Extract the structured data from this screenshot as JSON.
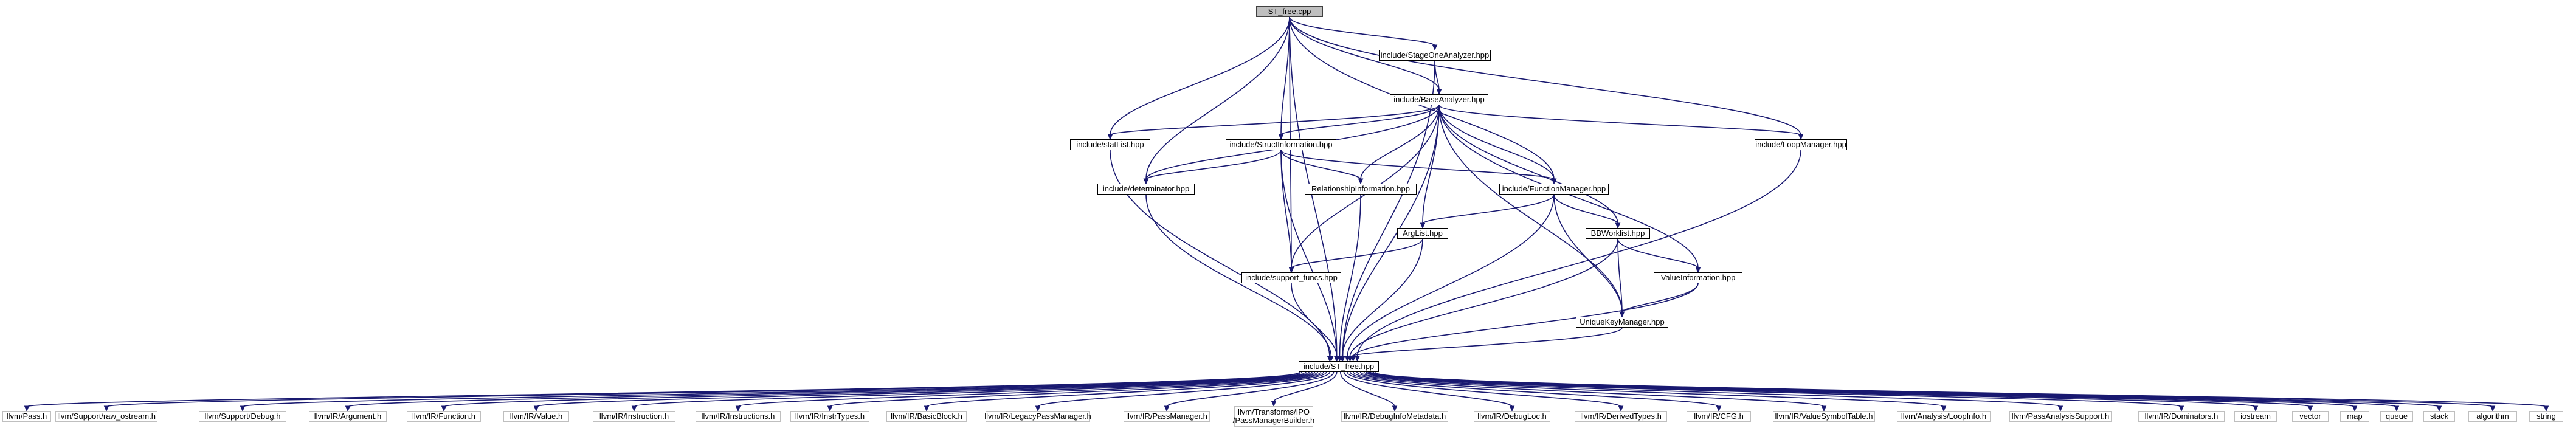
{
  "graph": {
    "root": "ST_free.cpp",
    "nodes": [
      {
        "id": "root",
        "label": "ST_free.cpp",
        "kind": "root"
      },
      {
        "id": "stage",
        "label": "include/StageOneAnalyzer.hpp",
        "kind": "local"
      },
      {
        "id": "base",
        "label": "include/BaseAnalyzer.hpp",
        "kind": "local"
      },
      {
        "id": "stat",
        "label": "include/statList.hpp",
        "kind": "local"
      },
      {
        "id": "struct",
        "label": "include/StructInformation.hpp",
        "kind": "local"
      },
      {
        "id": "loop",
        "label": "include/LoopManager.hpp",
        "kind": "local"
      },
      {
        "id": "det",
        "label": "include/determinator.hpp",
        "kind": "local"
      },
      {
        "id": "rel",
        "label": "RelationshipInformation.hpp",
        "kind": "local"
      },
      {
        "id": "func",
        "label": "include/FunctionManager.hpp",
        "kind": "local"
      },
      {
        "id": "arg",
        "label": "ArgList.hpp",
        "kind": "local"
      },
      {
        "id": "bbw",
        "label": "BBWorklist.hpp",
        "kind": "local"
      },
      {
        "id": "vinfo",
        "label": "ValueInformation.hpp",
        "kind": "local"
      },
      {
        "id": "supp",
        "label": "include/support_funcs.hpp",
        "kind": "local"
      },
      {
        "id": "ukm",
        "label": "UniqueKeyManager.hpp",
        "kind": "local"
      },
      {
        "id": "sthpp",
        "label": "include/ST_free.hpp",
        "kind": "local"
      },
      {
        "id": "s1",
        "label": "llvm/Pass.h",
        "kind": "system"
      },
      {
        "id": "s2",
        "label": "llvm/Support/raw_ostream.h",
        "kind": "system"
      },
      {
        "id": "s3",
        "label": "llvm/Support/Debug.h",
        "kind": "system"
      },
      {
        "id": "s4",
        "label": "llvm/IR/Argument.h",
        "kind": "system"
      },
      {
        "id": "s5",
        "label": "llvm/IR/Function.h",
        "kind": "system"
      },
      {
        "id": "s6",
        "label": "llvm/IR/Value.h",
        "kind": "system"
      },
      {
        "id": "s7",
        "label": "llvm/IR/Instruction.h",
        "kind": "system"
      },
      {
        "id": "s8",
        "label": "llvm/IR/Instructions.h",
        "kind": "system"
      },
      {
        "id": "s9",
        "label": "llvm/IR/InstrTypes.h",
        "kind": "system"
      },
      {
        "id": "s10",
        "label": "llvm/IR/BasicBlock.h",
        "kind": "system"
      },
      {
        "id": "s11",
        "label": "llvm/IR/LegacyPassManager.h",
        "kind": "system"
      },
      {
        "id": "s12",
        "label": "llvm/IR/PassManager.h",
        "kind": "system"
      },
      {
        "id": "s13",
        "label": "llvm/Transforms/IPO\n/PassManagerBuilder.h",
        "kind": "system"
      },
      {
        "id": "s14",
        "label": "llvm/IR/DebugInfoMetadata.h",
        "kind": "system"
      },
      {
        "id": "s15",
        "label": "llvm/IR/DebugLoc.h",
        "kind": "system"
      },
      {
        "id": "s16",
        "label": "llvm/IR/DerivedTypes.h",
        "kind": "system"
      },
      {
        "id": "s17",
        "label": "llvm/IR/CFG.h",
        "kind": "system"
      },
      {
        "id": "s18",
        "label": "llvm/IR/ValueSymbolTable.h",
        "kind": "system"
      },
      {
        "id": "s19",
        "label": "llvm/Analysis/LoopInfo.h",
        "kind": "system"
      },
      {
        "id": "s20",
        "label": "llvm/PassAnalysisSupport.h",
        "kind": "system"
      },
      {
        "id": "s21",
        "label": "llvm/IR/Dominators.h",
        "kind": "system"
      },
      {
        "id": "s22",
        "label": "iostream",
        "kind": "system"
      },
      {
        "id": "s23",
        "label": "vector",
        "kind": "system"
      },
      {
        "id": "s24",
        "label": "map",
        "kind": "system"
      },
      {
        "id": "s25",
        "label": "queue",
        "kind": "system"
      },
      {
        "id": "s26",
        "label": "stack",
        "kind": "system"
      },
      {
        "id": "s27",
        "label": "algorithm",
        "kind": "system"
      },
      {
        "id": "s28",
        "label": "string",
        "kind": "system"
      }
    ],
    "edges": [
      [
        "root",
        "stage"
      ],
      [
        "root",
        "base"
      ],
      [
        "root",
        "stat"
      ],
      [
        "root",
        "struct"
      ],
      [
        "root",
        "loop"
      ],
      [
        "root",
        "det"
      ],
      [
        "root",
        "func"
      ],
      [
        "root",
        "supp"
      ],
      [
        "root",
        "sthpp"
      ],
      [
        "stage",
        "base"
      ],
      [
        "stage",
        "sthpp"
      ],
      [
        "base",
        "stat"
      ],
      [
        "base",
        "struct"
      ],
      [
        "base",
        "loop"
      ],
      [
        "base",
        "det"
      ],
      [
        "base",
        "rel"
      ],
      [
        "base",
        "func"
      ],
      [
        "base",
        "arg"
      ],
      [
        "base",
        "bbw"
      ],
      [
        "base",
        "vinfo"
      ],
      [
        "base",
        "supp"
      ],
      [
        "base",
        "ukm"
      ],
      [
        "base",
        "sthpp"
      ],
      [
        "stat",
        "sthpp"
      ],
      [
        "struct",
        "det"
      ],
      [
        "struct",
        "rel"
      ],
      [
        "struct",
        "func"
      ],
      [
        "struct",
        "supp"
      ],
      [
        "struct",
        "sthpp"
      ],
      [
        "loop",
        "sthpp"
      ],
      [
        "det",
        "sthpp"
      ],
      [
        "rel",
        "sthpp"
      ],
      [
        "func",
        "arg"
      ],
      [
        "func",
        "bbw"
      ],
      [
        "func",
        "ukm"
      ],
      [
        "func",
        "sthpp"
      ],
      [
        "arg",
        "supp"
      ],
      [
        "arg",
        "sthpp"
      ],
      [
        "bbw",
        "vinfo"
      ],
      [
        "bbw",
        "ukm"
      ],
      [
        "bbw",
        "sthpp"
      ],
      [
        "vinfo",
        "ukm"
      ],
      [
        "vinfo",
        "sthpp"
      ],
      [
        "supp",
        "sthpp"
      ],
      [
        "ukm",
        "sthpp"
      ],
      [
        "sthpp",
        "s1"
      ],
      [
        "sthpp",
        "s2"
      ],
      [
        "sthpp",
        "s3"
      ],
      [
        "sthpp",
        "s4"
      ],
      [
        "sthpp",
        "s5"
      ],
      [
        "sthpp",
        "s6"
      ],
      [
        "sthpp",
        "s7"
      ],
      [
        "sthpp",
        "s8"
      ],
      [
        "sthpp",
        "s9"
      ],
      [
        "sthpp",
        "s10"
      ],
      [
        "sthpp",
        "s11"
      ],
      [
        "sthpp",
        "s12"
      ],
      [
        "sthpp",
        "s13"
      ],
      [
        "sthpp",
        "s14"
      ],
      [
        "sthpp",
        "s15"
      ],
      [
        "sthpp",
        "s16"
      ],
      [
        "sthpp",
        "s17"
      ],
      [
        "sthpp",
        "s18"
      ],
      [
        "sthpp",
        "s19"
      ],
      [
        "sthpp",
        "s20"
      ],
      [
        "sthpp",
        "s21"
      ],
      [
        "sthpp",
        "s22"
      ],
      [
        "sthpp",
        "s23"
      ],
      [
        "sthpp",
        "s24"
      ],
      [
        "sthpp",
        "s25"
      ],
      [
        "sthpp",
        "s26"
      ],
      [
        "sthpp",
        "s27"
      ],
      [
        "sthpp",
        "s28"
      ]
    ]
  },
  "colors": {
    "edge": "#191970",
    "root_fill": "#bfbfbf",
    "node_border": "#000000",
    "system_border": "#bfbfbf"
  }
}
